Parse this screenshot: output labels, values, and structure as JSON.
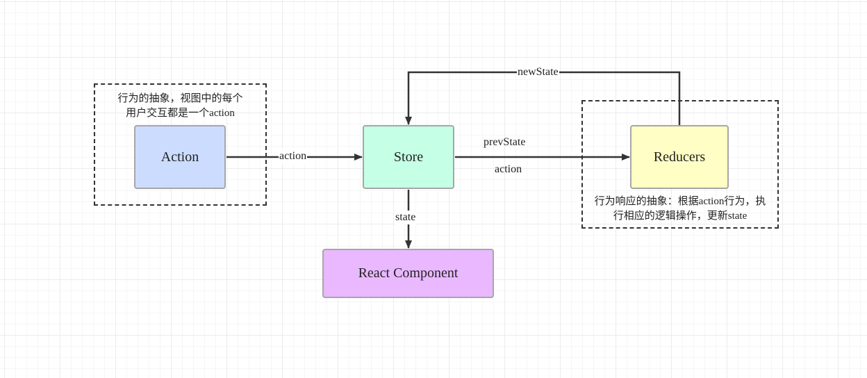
{
  "colors": {
    "action_fill": "#ccdcff",
    "store_fill": "#c4ffe6",
    "reducers_fill": "#fffec4",
    "component_fill": "#e9b8ff",
    "node_border": "#a6a6a6",
    "edge": "#333333",
    "grid": "#ececec"
  },
  "nodes": {
    "action": "Action",
    "store": "Store",
    "reducers": "Reducers",
    "component": "React Component"
  },
  "edges": {
    "action_to_store": "action",
    "store_to_reducers_top": "prevState",
    "store_to_reducers_bottom": "action",
    "reducers_to_store": "newState",
    "store_to_component": "state"
  },
  "notes": {
    "action_line1": "行为的抽象，视图中的每个",
    "action_line2": "用户交互都是一个action",
    "reducers_line1": "行为响应的抽象：根据action行为，执",
    "reducers_line2": "行相应的逻辑操作，更新state"
  }
}
